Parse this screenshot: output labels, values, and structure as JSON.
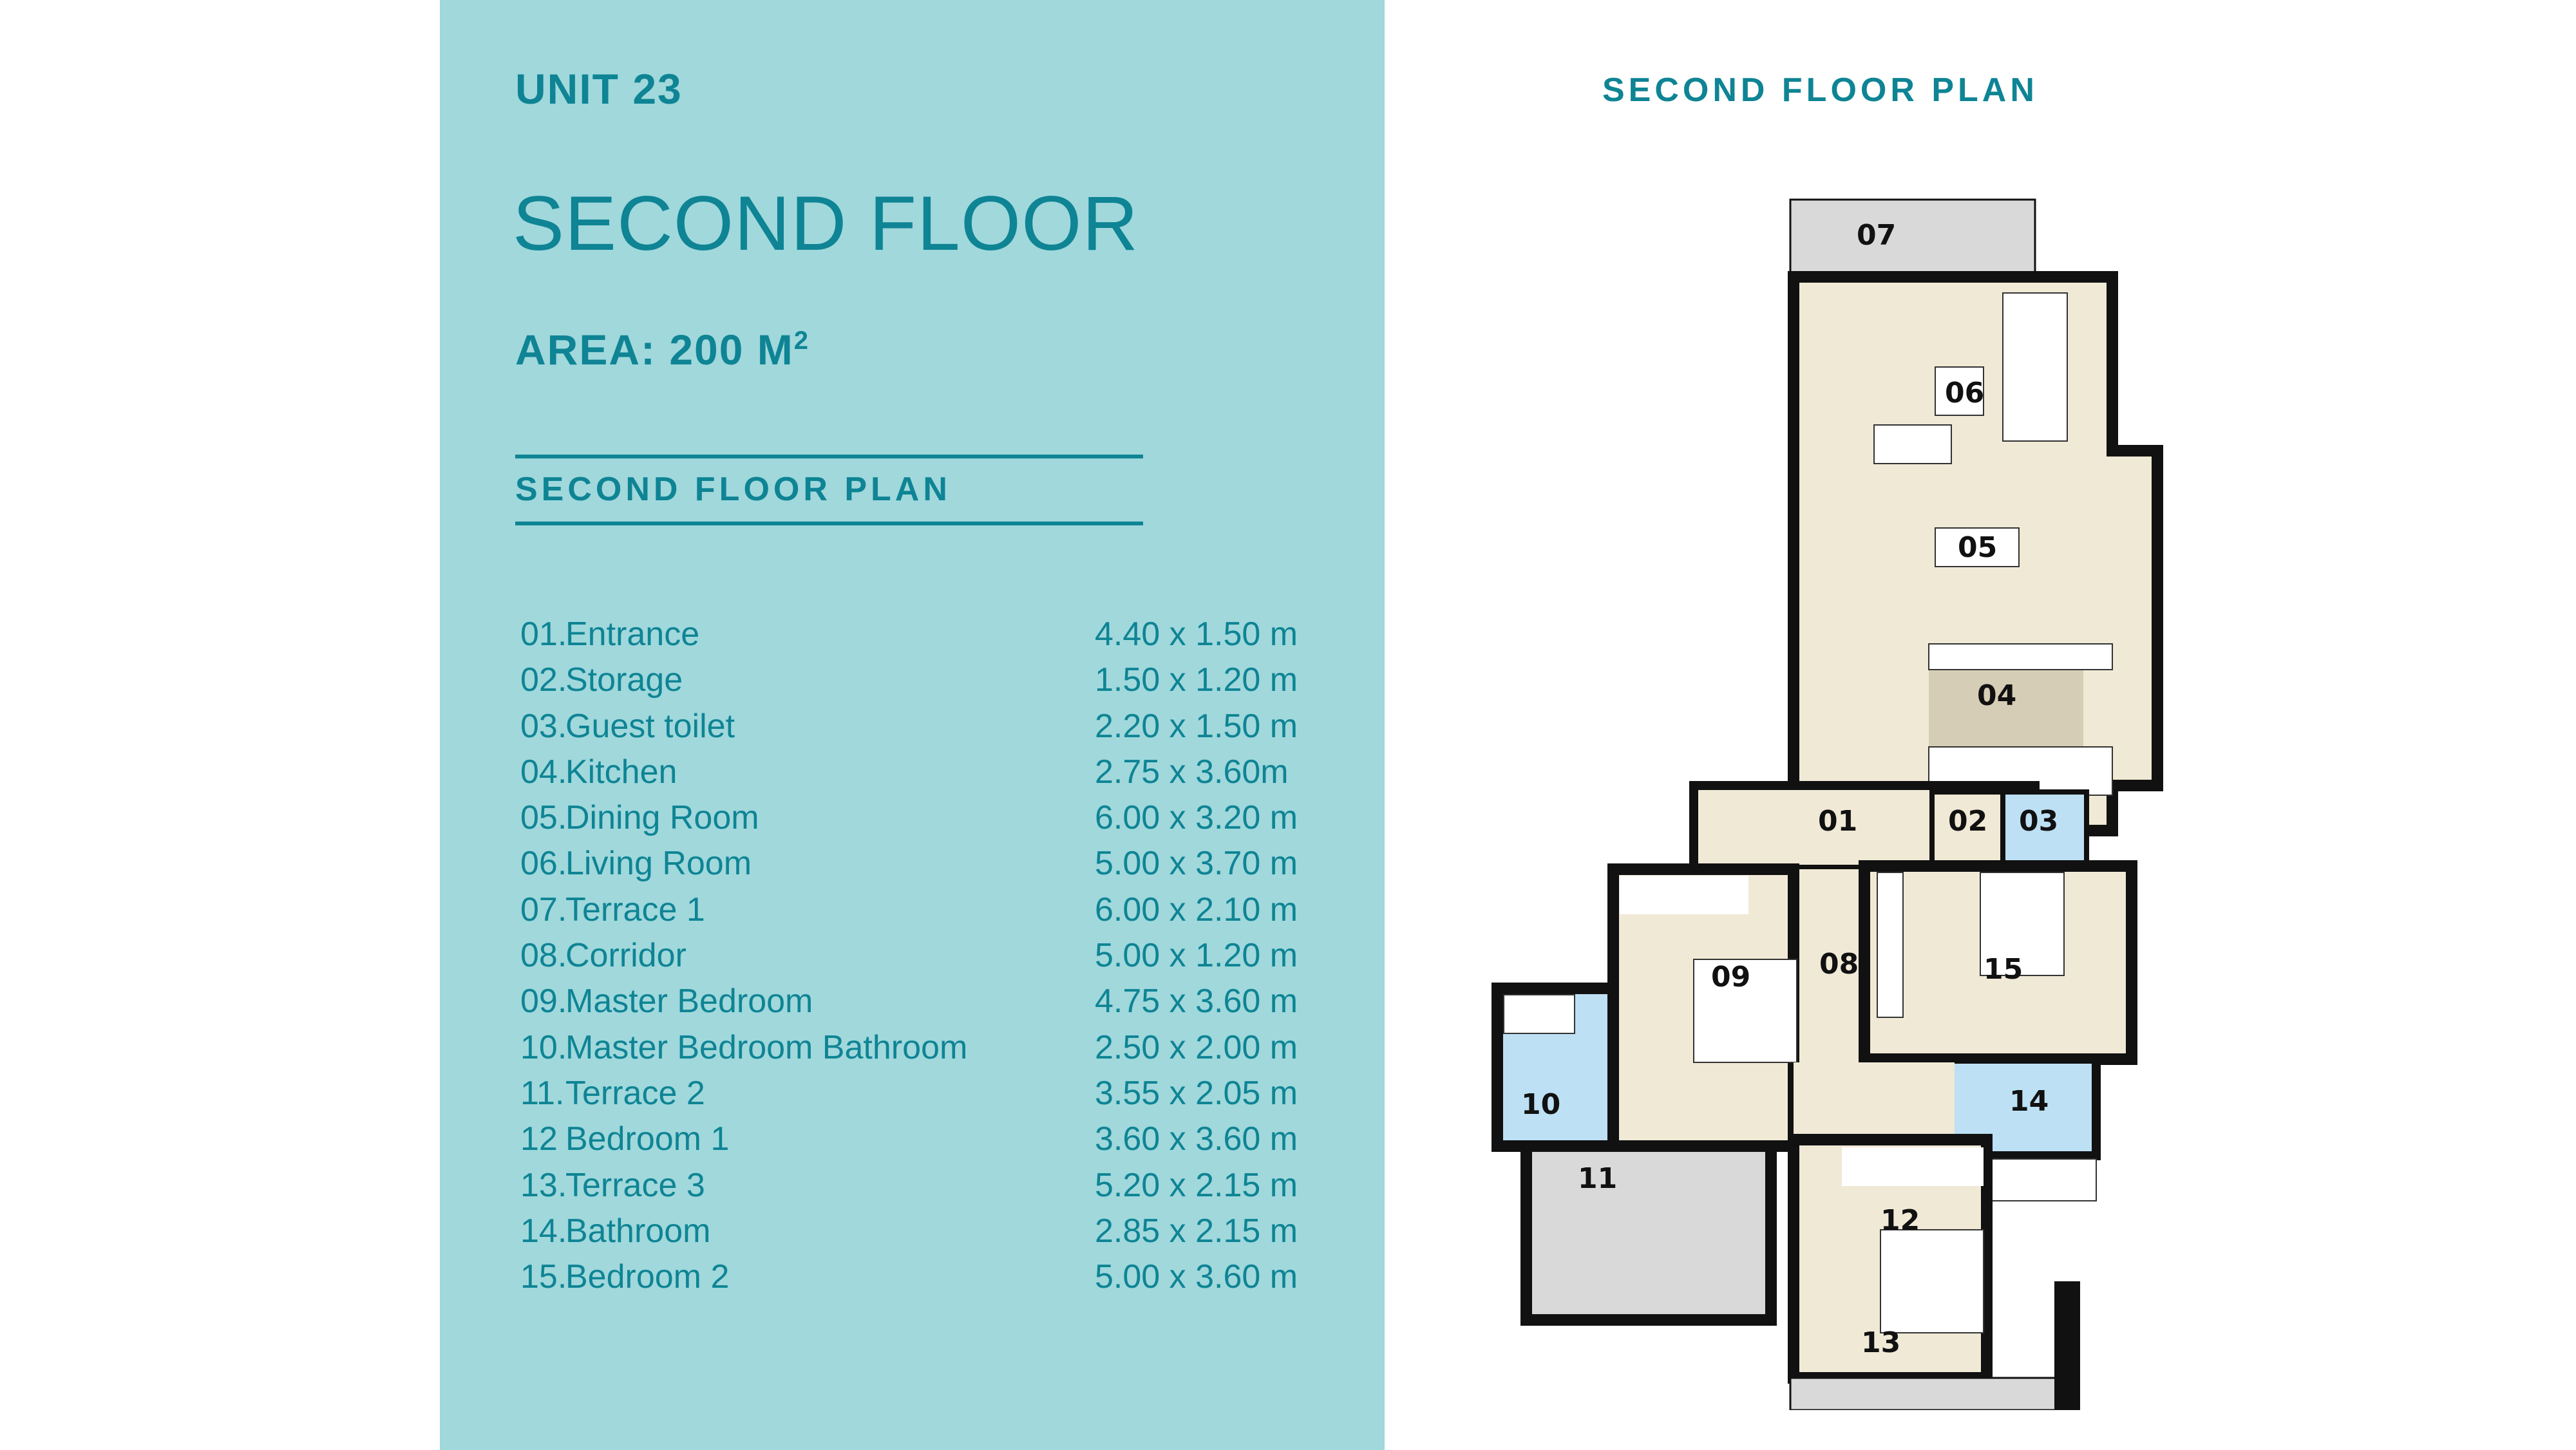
{
  "panel": {
    "unit_label": "UNIT 23",
    "floor_title": "SECOND FLOOR",
    "area_label": "AREA: 200 M",
    "area_superscript": "2",
    "section_heading": "SECOND FLOOR PLAN",
    "rooms": [
      {
        "num": "01.",
        "name": "Entrance",
        "dim": "4.40 x 1.50 m"
      },
      {
        "num": "02.",
        "name": "Storage",
        "dim": "1.50 x 1.20 m"
      },
      {
        "num": "03.",
        "name": "Guest toilet",
        "dim": "2.20 x 1.50 m"
      },
      {
        "num": "04.",
        "name": "Kitchen",
        "dim": "2.75 x 3.60m"
      },
      {
        "num": "05.",
        "name": "Dining Room",
        "dim": "6.00 x 3.20 m"
      },
      {
        "num": "06.",
        "name": "Living Room",
        "dim": "5.00 x 3.70 m"
      },
      {
        "num": "07.",
        "name": "Terrace 1",
        "dim": "6.00 x 2.10 m"
      },
      {
        "num": "08.",
        "name": "Corridor",
        "dim": "5.00 x 1.20 m"
      },
      {
        "num": "09.",
        "name": "Master Bedroom",
        "dim": "4.75 x 3.60 m"
      },
      {
        "num": "10.",
        "name": "Master Bedroom Bathroom",
        "dim": "2.50 x 2.00 m"
      },
      {
        "num": "11.",
        "name": "Terrace 2",
        "dim": "3.55 x 2.05 m"
      },
      {
        "num": "12",
        "name": "Bedroom 1",
        "dim": "3.60 x 3.60 m"
      },
      {
        "num": "13.",
        "name": "Terrace 3",
        "dim": "5.20 x 2.15 m"
      },
      {
        "num": "14.",
        "name": "Bathroom",
        "dim": "2.85 x 2.15 m"
      },
      {
        "num": "15.",
        "name": "Bedroom 2",
        "dim": "5.00 x 3.60 m"
      }
    ]
  },
  "plan": {
    "title": "SECOND FLOOR PLAN",
    "labels": {
      "r01": "01",
      "r02": "02",
      "r03": "03",
      "r04": "04",
      "r05": "05",
      "r06": "06",
      "r07": "07",
      "r08": "08",
      "r09": "09",
      "r10": "10",
      "r11": "11",
      "r12": "12",
      "r13": "13",
      "r14": "14",
      "r15": "15"
    }
  },
  "colors": {
    "panel_bg": "#a0d8dc",
    "accent": "#0e8494",
    "floor_fill": "#f0e9d6",
    "kitchen_fill": "#d6cdb6",
    "bath_fill": "#bde0f4",
    "terrace_fill": "#d9d9d9",
    "wall": "#111111"
  }
}
